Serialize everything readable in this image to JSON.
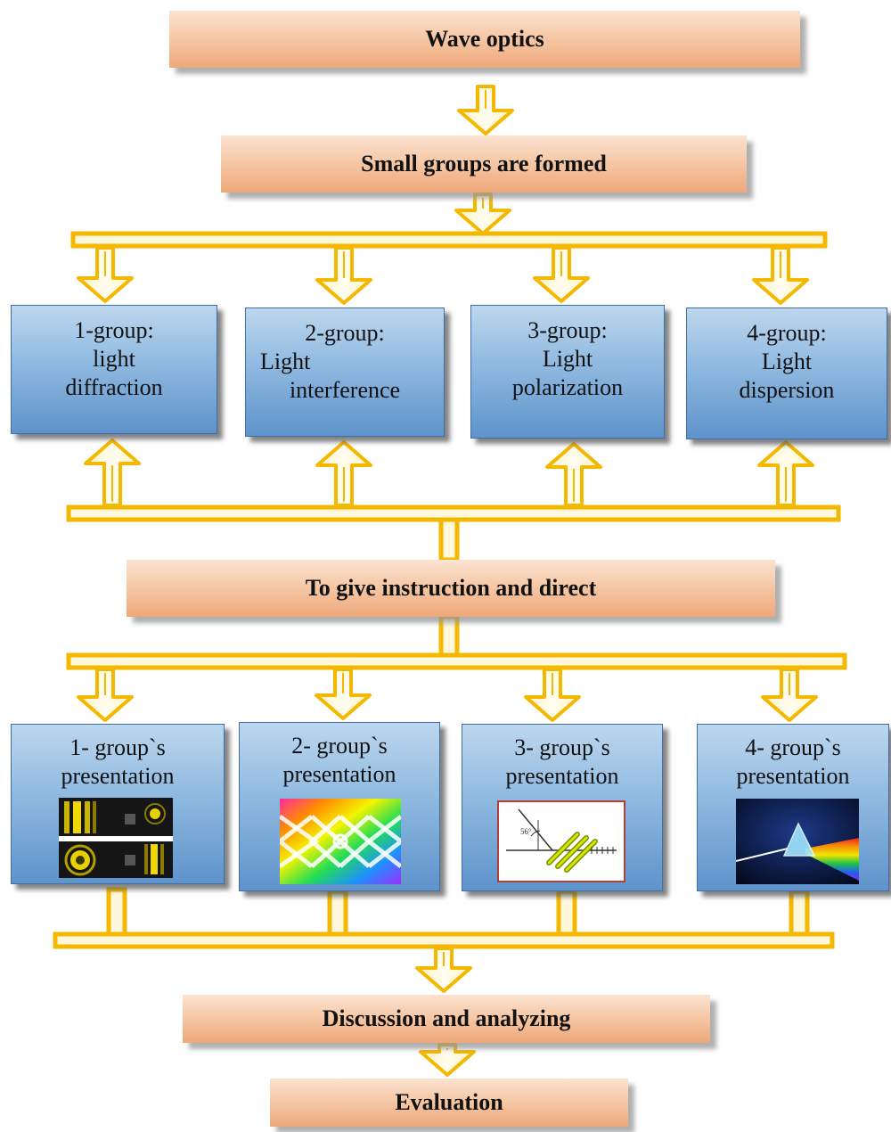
{
  "title": "Wave optics",
  "step_groups": "Small groups are formed",
  "groups": [
    {
      "lines": [
        "1-group:",
        "light",
        "diffraction"
      ]
    },
    {
      "lines": [
        "2-group:",
        "Light",
        "interference"
      ]
    },
    {
      "lines": [
        "3-group:",
        "Light",
        "polarization"
      ]
    },
    {
      "lines": [
        "4-group:",
        "Light",
        "dispersion"
      ]
    }
  ],
  "step_instruction": "To give instruction and direct",
  "presentations": [
    {
      "lines": [
        "1- group`s",
        "presentation"
      ],
      "image": "diffraction-pattern-image"
    },
    {
      "lines": [
        "2- group`s",
        "presentation"
      ],
      "image": "interference-pattern-image"
    },
    {
      "lines": [
        "3- group`s",
        "presentation"
      ],
      "image": "polarization-diagram-image"
    },
    {
      "lines": [
        "4- group`s",
        "presentation"
      ],
      "image": "prism-dispersion-image"
    }
  ],
  "step_discussion": "Discussion and analyzing",
  "step_evaluation": "Evaluation",
  "polarization_angle_label": "56°",
  "colors": {
    "orange_box": "#f6c9a8",
    "blue_box": "#8fb9e0",
    "arrow_fill": "#fdd65a",
    "arrow_stroke": "#f5b800"
  }
}
